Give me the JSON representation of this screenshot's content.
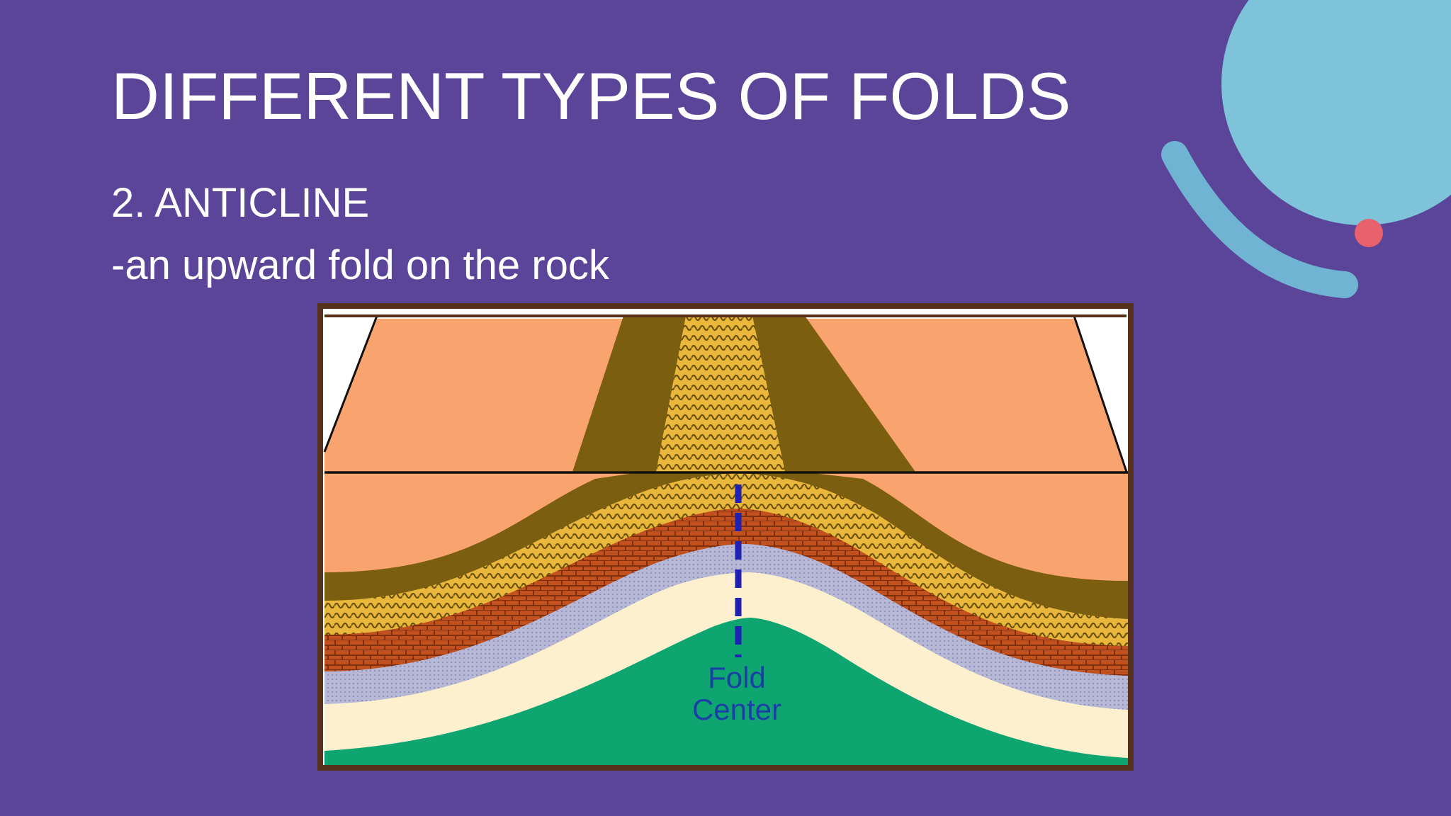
{
  "slide": {
    "title": "DIFFERENT TYPES OF FOLDS",
    "subtitle": "2. ANTICLINE",
    "description": "-an upward fold on the rock"
  },
  "diagram": {
    "fold_label_line1": "Fold",
    "fold_label_line2": "Center"
  },
  "colors": {
    "background": "#5a4598",
    "accent_circle": "#7fc3da",
    "accent_arc": "#71b3d3",
    "accent_dot": "#e8626e",
    "rock_orange": "#f9a36f",
    "rock_olive": "#7b5e0f",
    "rock_yellow": "#e9b73b",
    "rock_brick": "#c1521f",
    "rock_lavender": "#b7b7d6",
    "rock_cream": "#fcf0cf",
    "rock_green": "#0fa571",
    "frame_brown": "#56311c",
    "fold_center_line": "#1f22b0"
  }
}
